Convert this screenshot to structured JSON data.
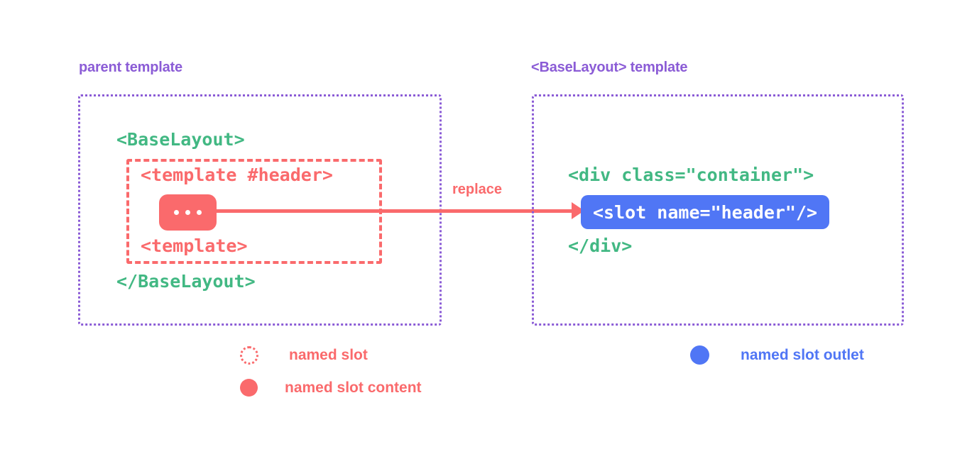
{
  "diagram": {
    "title_left": "parent template",
    "title_right": "<BaseLayout> template",
    "parent_code": {
      "baselayout_open": "<BaseLayout>",
      "template_open": "<template #header>",
      "template_close": "<template>",
      "baselayout_close": "</BaseLayout>",
      "slot_content": "..."
    },
    "base_code": {
      "div_open": "<div class=\"container\">",
      "slot_outlet": "<slot name=\"header\"/>",
      "div_close": "</div>"
    },
    "arrow": {
      "label": "replace",
      "direction": "left-to-right"
    },
    "legend": [
      {
        "marker": "dotted-circle",
        "color": "#fa6a6c",
        "label": "named slot"
      },
      {
        "marker": "filled-circle",
        "color": "#fa6a6c",
        "label": "named slot content"
      },
      {
        "marker": "filled-circle",
        "color": "#5076f5",
        "label": "named slot outlet"
      }
    ],
    "colors": {
      "purple": "#8b5cd6",
      "green": "#42b883",
      "red": "#fa6a6c",
      "blue": "#5076f5",
      "white": "#ffffff",
      "background": "#ffffff"
    }
  }
}
